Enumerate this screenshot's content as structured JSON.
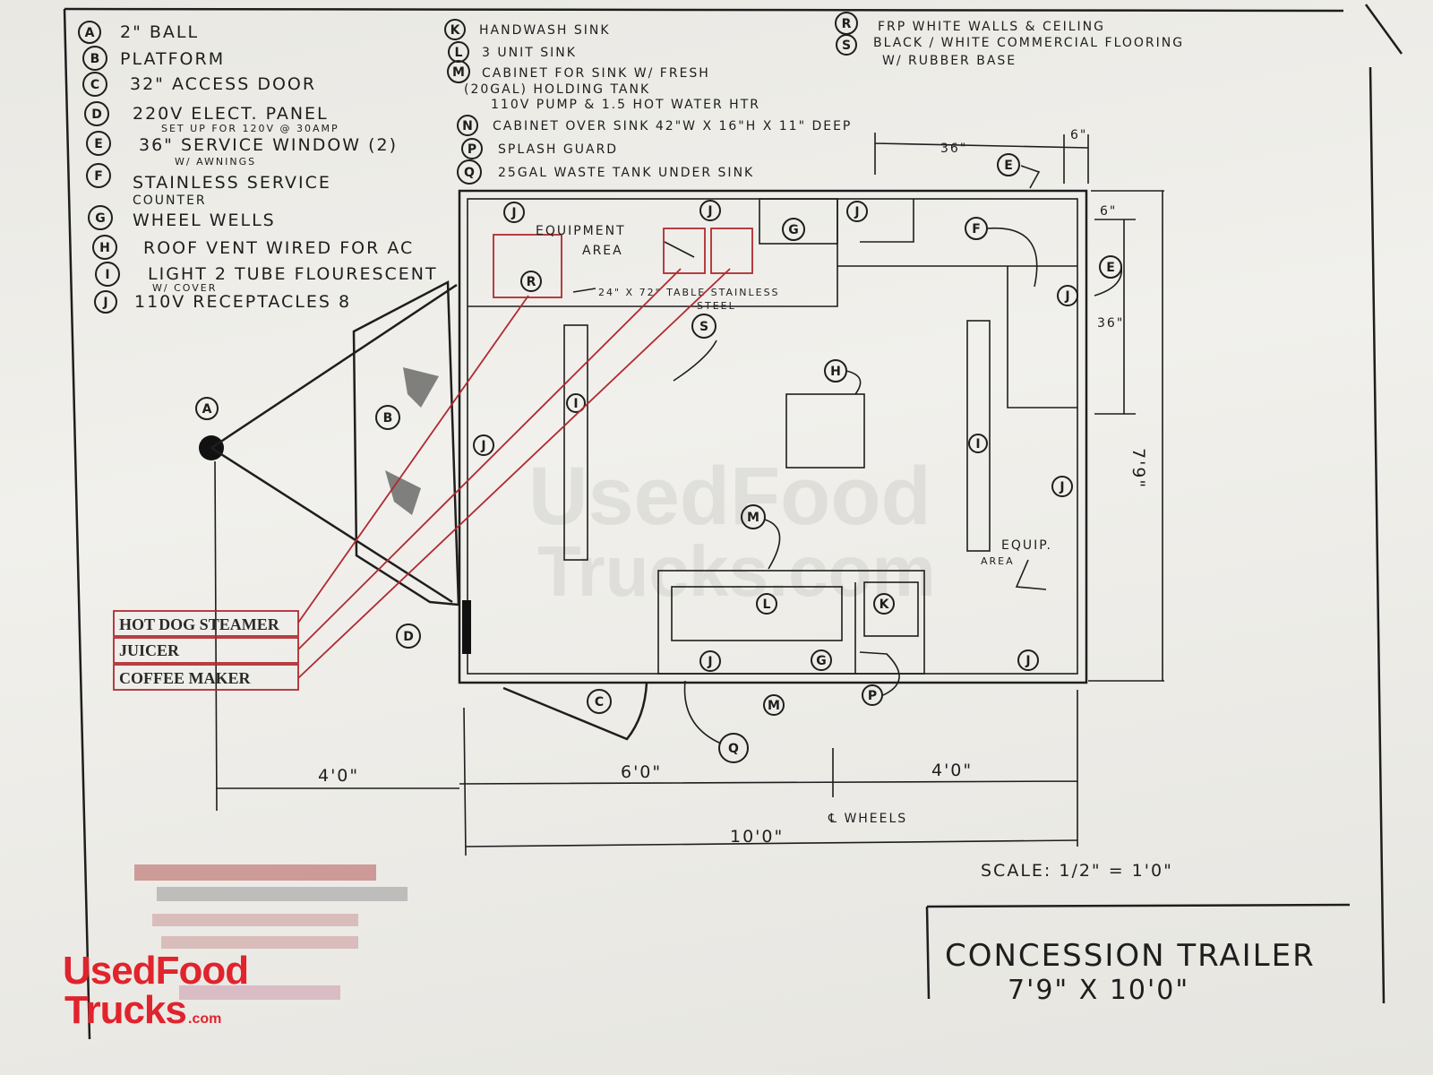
{
  "legend_left": [
    {
      "letter": "A",
      "text": "2\" BALL"
    },
    {
      "letter": "B",
      "text": "PLATFORM"
    },
    {
      "letter": "C",
      "text": "32\" ACCESS DOOR"
    },
    {
      "letter": "D",
      "text": "220V ELECT. PANEL",
      "note": "SET UP FOR 120V @ 30AMP"
    },
    {
      "letter": "E",
      "text": "36\" SERVICE WINDOW (2)",
      "note": "W/ AWNINGS"
    },
    {
      "letter": "F",
      "text": "STAINLESS SERVICE",
      "note": "COUNTER"
    },
    {
      "letter": "G",
      "text": "WHEEL WELLS"
    },
    {
      "letter": "H",
      "text": "ROOF VENT WIRED FOR AC"
    },
    {
      "letter": "I",
      "text": "LIGHT 2 TUBE FLOURESCENT",
      "note": "W/ COVER"
    },
    {
      "letter": "J",
      "text": "110V RECEPTACLES 8"
    }
  ],
  "legend_mid": [
    {
      "letter": "K",
      "text": "HANDWASH SINK"
    },
    {
      "letter": "L",
      "text": "3 UNIT SINK"
    },
    {
      "letter": "M",
      "text": "CABINET FOR SINK W/ FRESH",
      "note": "(20GAL) HOLDING TANK",
      "note2": "110V PUMP & 1.5 HOT WATER HTR"
    },
    {
      "letter": "N",
      "text": "CABINET OVER SINK 42\"W X 16\"H X 11\" DEEP"
    },
    {
      "letter": "P",
      "text": "SPLASH GUARD"
    },
    {
      "letter": "Q",
      "text": "25GAL WASTE TANK UNDER SINK"
    }
  ],
  "legend_right": [
    {
      "letter": "R",
      "text": "FRP WHITE WALLS & CEILING"
    },
    {
      "letter": "S",
      "text": "BLACK / WHITE COMMERCIAL FLOORING",
      "note": "W/ RUBBER BASE"
    }
  ],
  "plan_labels": {
    "equipment_area": "EQUIPMENT",
    "equipment_area2": "AREA",
    "table": "24\" X 72\" TABLE STAINLESS",
    "table2": "STEEL",
    "equip_area_right": "EQUIP.",
    "equip_area_right2": "AREA"
  },
  "equipment_list": [
    "HOT DOG STEAMER",
    "JUICER",
    "COFFEE MAKER"
  ],
  "dimensions": {
    "top_window": "36\"",
    "top_gap": "6\"",
    "right_gap": "6\"",
    "right_window": "36\"",
    "overall_height": "7'9\"",
    "hitch": "4'0\"",
    "front": "6'0\"",
    "rear": "4'0\"",
    "overall_length": "10'0\"",
    "wheels": "℄ WHEELS"
  },
  "scale": "SCALE: 1/2\" = 1'0\"",
  "title_block": {
    "title": "CONCESSION TRAILER",
    "size": "7'9\" X 10'0\""
  },
  "brand": {
    "line1": "UsedFood",
    "line2": "Trucks",
    ".com": ".com",
    "watermark1": "UsedFood",
    "watermark2": "Trucks.com"
  },
  "colors": {
    "ink": "#1e1e1e",
    "red": "#b02a30",
    "brand": "#e0232c",
    "paper": "#eeede9"
  }
}
